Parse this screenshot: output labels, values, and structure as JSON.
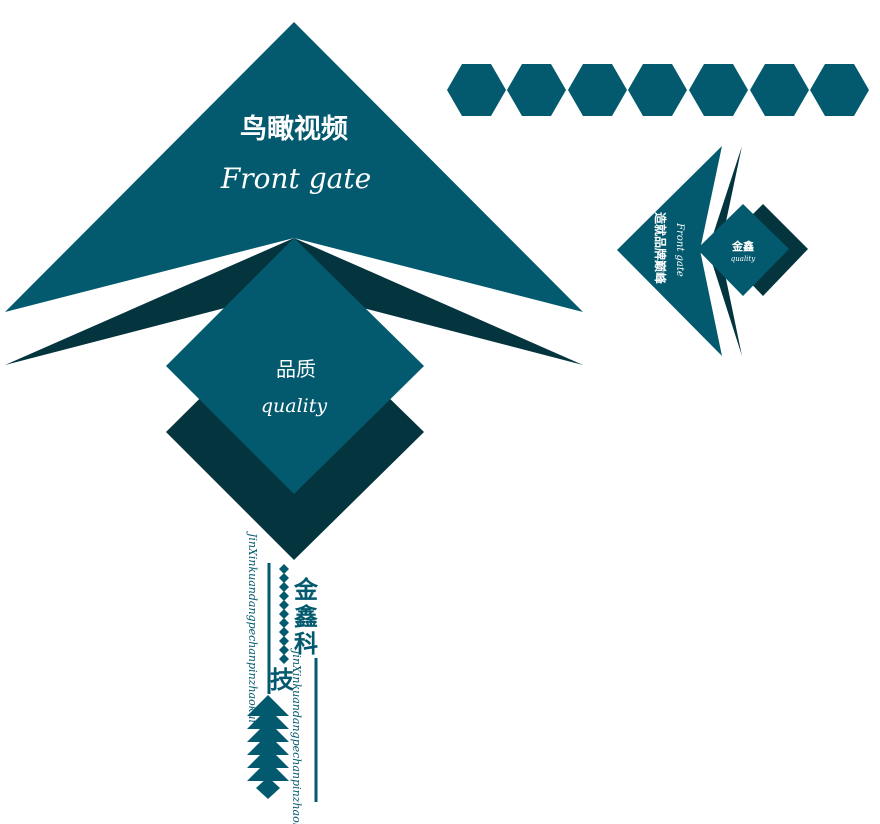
{
  "main_kite": {
    "title_cn": "鸟瞰视频",
    "title_en": "Front gate",
    "diamond_cn": "品质",
    "diamond_en": "quality"
  },
  "small_kite": {
    "side_cn": "造就品牌巅峰",
    "side_en": "Front gate",
    "diamond_cn": "金鑫",
    "diamond_en": "quality"
  },
  "tail": {
    "brand_cn_1": "金",
    "brand_cn_2": "鑫",
    "brand_cn_3": "科",
    "brand_cn_4": "技",
    "pinyin_left": "JinXinkuandangpechanpinzhaokui",
    "pinyin_right": "JinXinkuandangpechanpinzhaokui"
  },
  "colors": {
    "primary": "#035a6e",
    "dark": "#04343e",
    "text_light": "#ffffff"
  }
}
